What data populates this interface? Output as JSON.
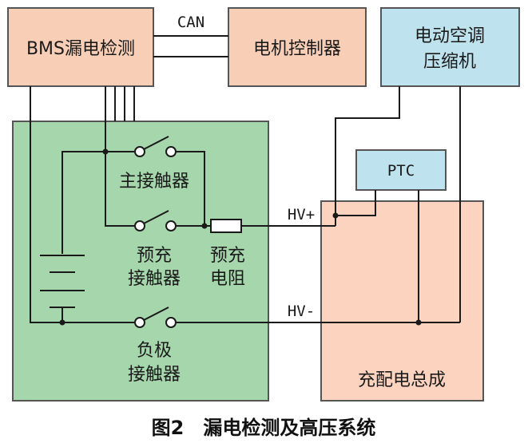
{
  "blocks": {
    "bms": "BMS漏电检测",
    "motor_controller": "电机控制器",
    "compressor_line1": "电动空调",
    "compressor_line2": "压缩机",
    "ptc": "PTC",
    "charging_unit": "充配电总成"
  },
  "labels": {
    "can": "CAN",
    "main_contactor": "主接触器",
    "precharge_contactor_line1": "预充",
    "precharge_contactor_line2": "接触器",
    "precharge_resistor_line1": "预充",
    "precharge_resistor_line2": "电阻",
    "neg_contactor_line1": "负极",
    "neg_contactor_line2": "接触器",
    "hv_pos": "HV+",
    "hv_neg": "HV-"
  },
  "caption": "图2　漏电检测及高压系统",
  "colors": {
    "bms_fill": "#f8cfb6",
    "motor_fill": "#f8cfb6",
    "compressor_fill": "#bfe3ee",
    "ptc_fill": "#bfe3ee",
    "battery_fill": "#a6d6ac",
    "charging_fill": "#fbd3bf"
  }
}
